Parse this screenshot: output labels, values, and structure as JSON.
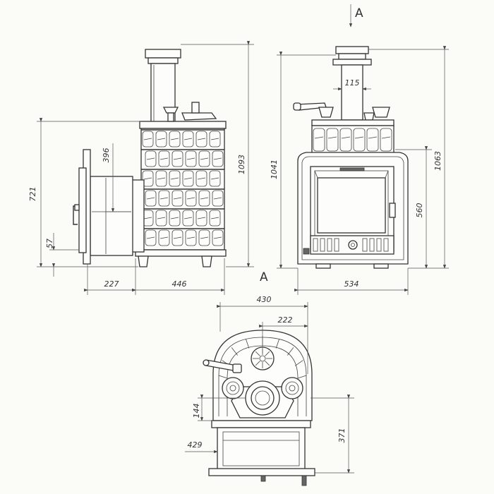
{
  "section_labels": {
    "top": "A",
    "middle": "A"
  },
  "side_view": {
    "dims": {
      "total_height": "1093",
      "height": "721",
      "door_offset": "396",
      "base": "57",
      "door_depth": "227",
      "body_depth": "446"
    }
  },
  "front_view": {
    "dims": {
      "flue": "115",
      "height_left": "1041",
      "height_right": "1063",
      "door_height": "560",
      "width": "534"
    }
  },
  "plan_view": {
    "dims": {
      "width": "430",
      "center": "222",
      "flue_dia": "144",
      "front_width": "429",
      "depth": "371"
    }
  }
}
